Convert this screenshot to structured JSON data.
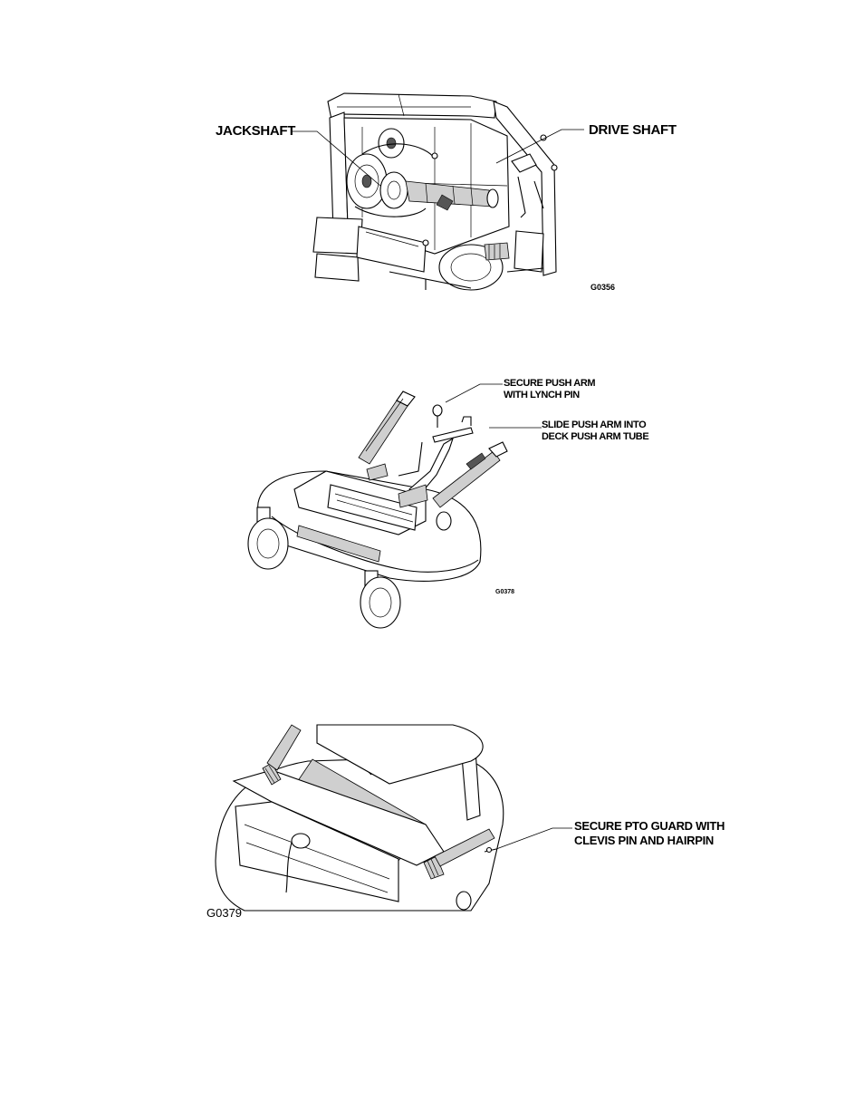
{
  "figures": [
    {
      "code": "G0356",
      "callouts": [
        "JACKSHAFT",
        "DRIVE SHAFT"
      ]
    },
    {
      "code": "G0378",
      "callouts": [
        {
          "line1": "SECURE PUSH ARM",
          "line2": "WITH LYNCH PIN"
        },
        {
          "line1": "SLIDE PUSH ARM INTO",
          "line2": "DECK PUSH ARM TUBE"
        }
      ]
    },
    {
      "code": "G0379",
      "callouts": [
        {
          "line1": "SECURE PTO GUARD WITH",
          "line2": "CLEVIS PIN AND HAIRPIN"
        }
      ]
    }
  ]
}
